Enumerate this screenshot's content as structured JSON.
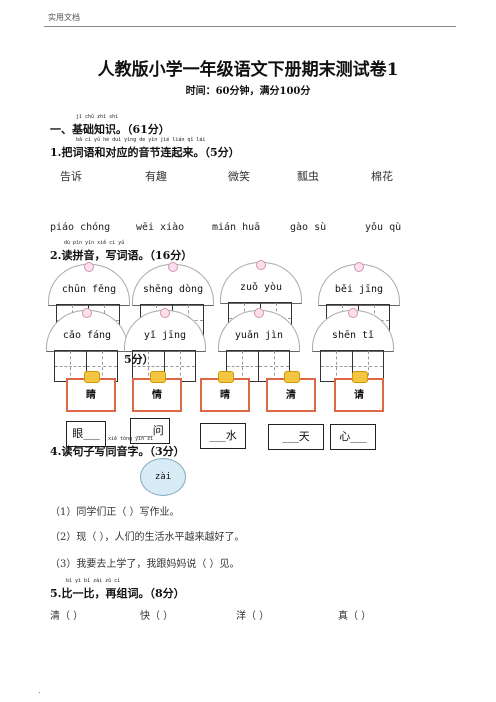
{
  "header": {
    "label": "实用文档"
  },
  "title": "人教版小学一年级语文下册期末测试卷1",
  "subtitle": "时间：60分钟，满分100分",
  "section1": {
    "ruby": "jī chǔ zhī shí",
    "heading": "一、基础知识。（61分）"
  },
  "q1": {
    "ruby": "bǎ cí yǔ hé duì yìng de yīn jié lián qǐ lái",
    "heading": "1.把词语和对应的音节连起来。（5分）",
    "words": [
      "告诉",
      "有趣",
      "微笑",
      "瓢虫",
      "棉花"
    ],
    "pinyin": [
      "piáo chóng",
      "wēi xiào",
      "mián huā",
      "gào sù",
      "yǒu qù"
    ]
  },
  "q2": {
    "ruby": "dú pīn yīn    xiě cí yǔ",
    "heading": "2.读拼音，写词语。（16分）",
    "row1": [
      "chūn fēng",
      "shēng dòng",
      "zuǒ yòu",
      "běi jīng"
    ],
    "row2": [
      "cǎo fáng",
      "yǐ jīng",
      "yuǎn jìn",
      "shēn tǐ"
    ]
  },
  "q3": {
    "score_fragment": "5分）",
    "tags": [
      "睛",
      "情",
      "晴",
      "清",
      "请"
    ],
    "boxes": [
      "眼___",
      "___问",
      "___水",
      "___天",
      "心___"
    ]
  },
  "q4": {
    "ruby": "xiě tóng yīn zì",
    "heading": "4.读句子写同音字。（3分）",
    "bubble": "zài",
    "items": [
      "（1）同学们正（        ）写作业。",
      "（2）现（    ），人们的生活水平越来越好了。",
      "（3）我要去上学了，我跟妈妈说（        ）见。"
    ]
  },
  "q5": {
    "ruby": "bǐ yì bǐ    zài zǔ cí",
    "heading": "5.比一比，再组词。（8分）",
    "items": [
      "清（        ）",
      "快（          ）",
      "洋（            ）",
      "真（          ）"
    ]
  },
  "footer": {
    "dot": "."
  }
}
